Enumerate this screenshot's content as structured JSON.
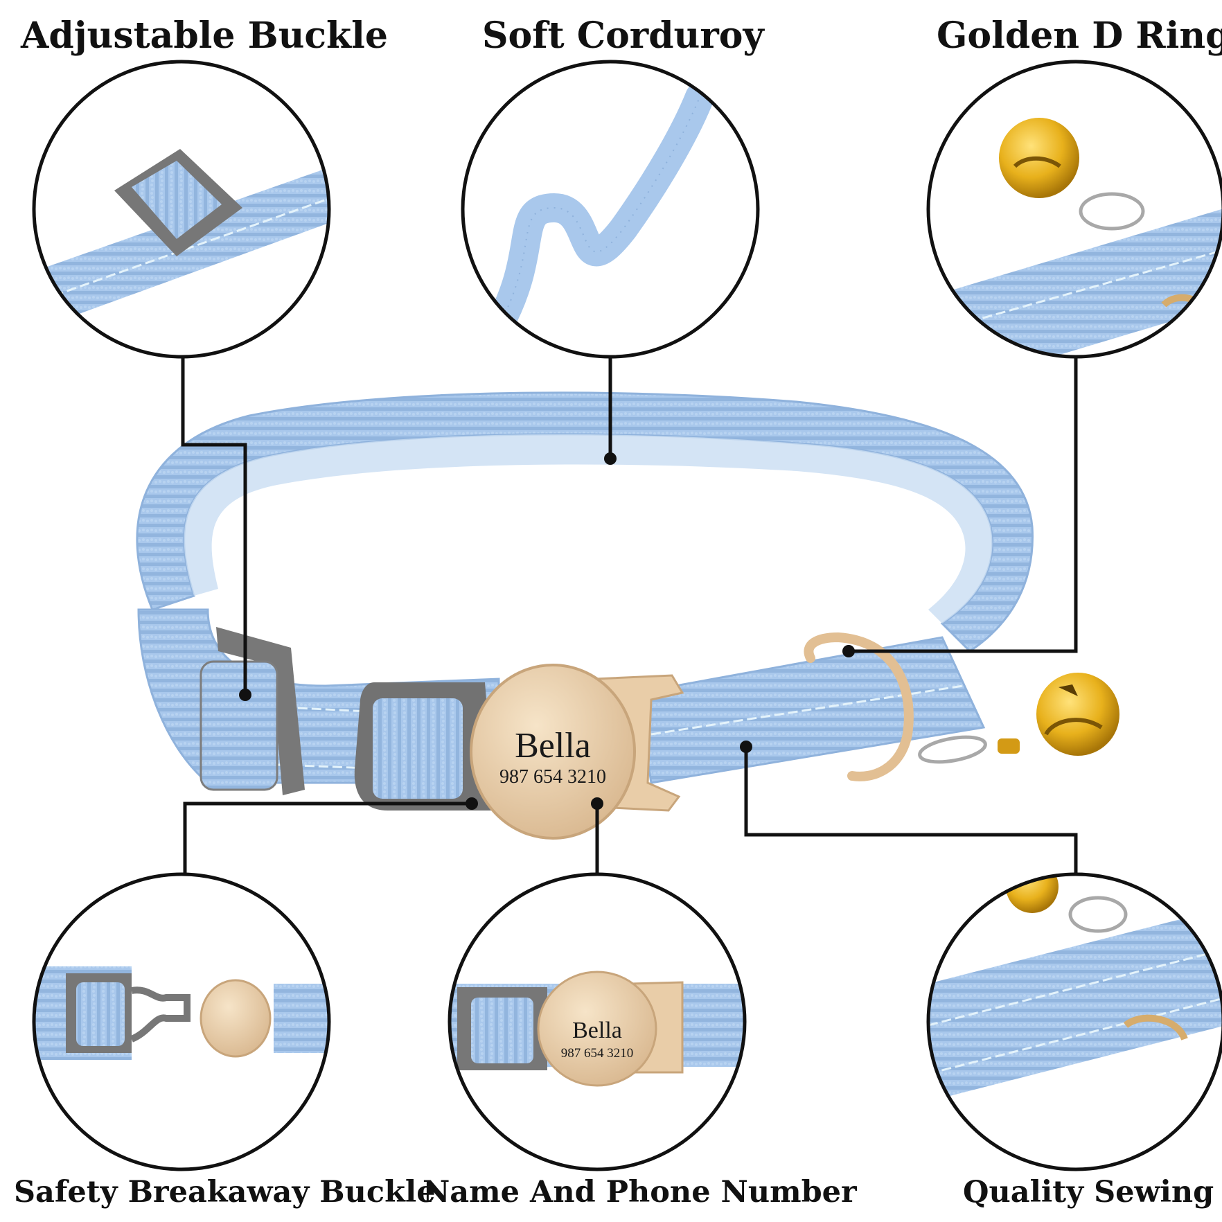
{
  "labels": {
    "adjustable_buckle": "Adjustable Buckle",
    "soft_corduroy": "Soft Corduroy",
    "golden_d_ring": "Golden D Ring",
    "safety_breakaway_buckle": "Safety Breakaway Buckle",
    "name_and_phone": "Name And Phone Number",
    "quality_sewing": "Quality Sewing"
  },
  "tag": {
    "name": "Bella",
    "phone": "987  654  3210",
    "phone_small": "987  654  3210"
  },
  "colors": {
    "collar_blue": "#a9c8ec",
    "collar_rib": "#8fb2dc",
    "stitch": "#e4f3fb",
    "buckle_gray": "#757575",
    "gold_tag": "#ecd3b2",
    "bell_gold": "#e8b11c",
    "line": "#111111"
  }
}
